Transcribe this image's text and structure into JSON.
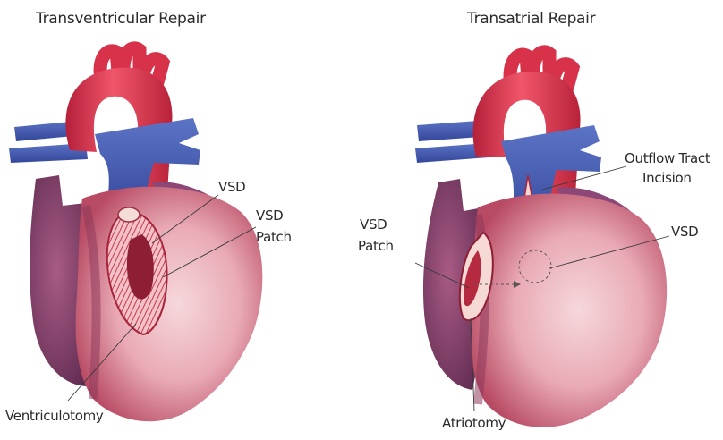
{
  "panels": [
    {
      "title": "Transventricular Repair",
      "labels": {
        "vsd": "VSD",
        "patch_line1": "VSD",
        "patch_line2": "Patch",
        "incision": "Ventriculotomy"
      }
    },
    {
      "title": "Transatrial Repair",
      "labels": {
        "outflow_line1": "Outflow Tract",
        "outflow_line2": "Incision",
        "vsd": "VSD",
        "patch_line1": "VSD",
        "patch_line2": "Patch",
        "incision": "Atriotomy"
      }
    }
  ],
  "colors": {
    "aorta": "#d8324a",
    "vessel_blue": "#4a63b5",
    "atrium_purple": "#7b3f6b",
    "ventricle_pink": "#e6a0ac",
    "patch": "#c42f43"
  }
}
